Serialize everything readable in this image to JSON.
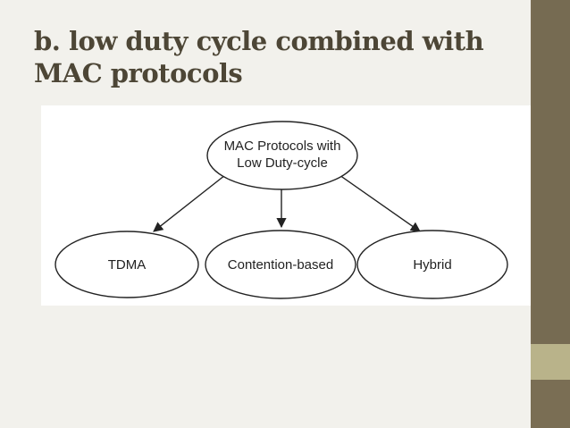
{
  "slide": {
    "title_line1": "b. low duty cycle combined with",
    "title_line2": "MAC protocols"
  },
  "diagram": {
    "root": {
      "line1": "MAC Protocols with",
      "line2": "Low Duty-cycle"
    },
    "children": [
      {
        "label": "TDMA"
      },
      {
        "label": "Contention-based"
      },
      {
        "label": "Hybrid"
      }
    ]
  },
  "colors": {
    "title": "#4d4636",
    "sidebar": "#7a6e54",
    "accent": "#b9b38a",
    "background": "#f2f1ec"
  }
}
